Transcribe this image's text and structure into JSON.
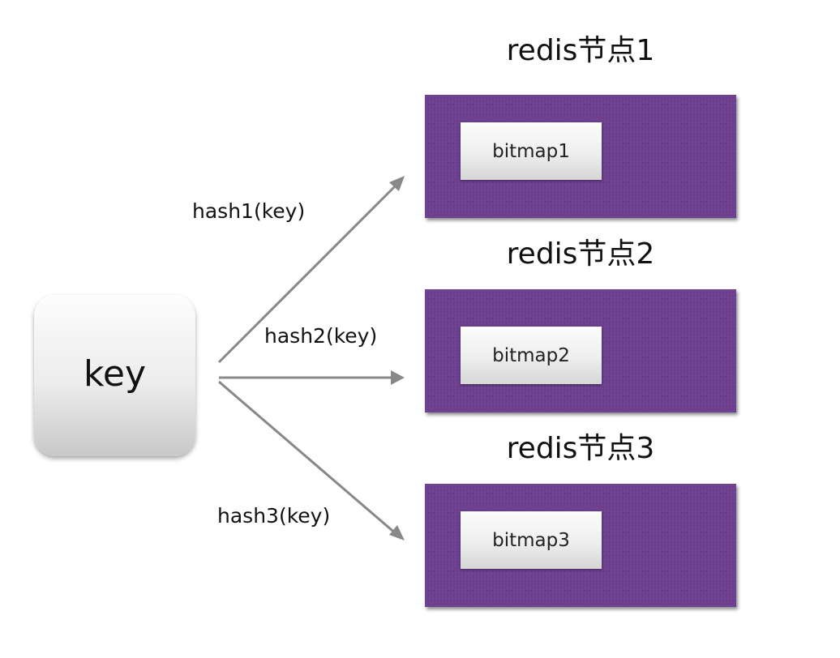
{
  "key": {
    "label": "key"
  },
  "nodes": [
    {
      "title": "redis节点1",
      "bitmap": "bitmap1"
    },
    {
      "title": "redis节点2",
      "bitmap": "bitmap2"
    },
    {
      "title": "redis节点3",
      "bitmap": "bitmap3"
    }
  ],
  "edges": [
    {
      "label": "hash1(key)"
    },
    {
      "label": "hash2(key)"
    },
    {
      "label": "hash3(key)"
    }
  ],
  "colors": {
    "node_fill": "#6c3f8f",
    "arrow": "#888888"
  }
}
